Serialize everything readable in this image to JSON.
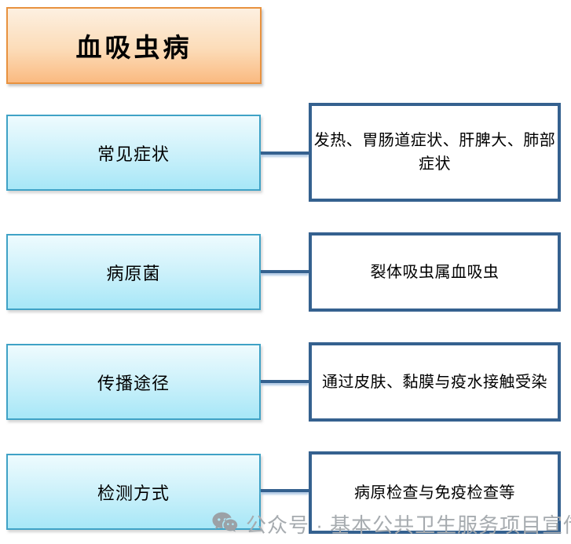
{
  "title": "血吸虫病",
  "rows": [
    {
      "label": "常见症状",
      "desc": "发热、胃肠道症状、肝脾大、肺部症状"
    },
    {
      "label": "病原菌",
      "desc": "裂体吸虫属血吸虫"
    },
    {
      "label": "传播途径",
      "desc": "通过皮肤、黏膜与疫水接触受染"
    },
    {
      "label": "检测方式",
      "desc": "病原检查与免疫检查等"
    }
  ],
  "watermark": {
    "icon": "wechat-icon",
    "text": "公众号 · 基本公共卫生服务项目宣传员朱医"
  },
  "colors": {
    "title_border": "#e8923f",
    "title_fill_top": "#fdf0e1",
    "title_fill_bottom": "#faba81",
    "topic_border": "#3fa2c6",
    "topic_fill_top": "#eefbfe",
    "topic_fill_bottom": "#a7e7f7",
    "desc_border": "#35618f",
    "connector": "#35618f",
    "watermark_gray": "#a6abaf"
  }
}
